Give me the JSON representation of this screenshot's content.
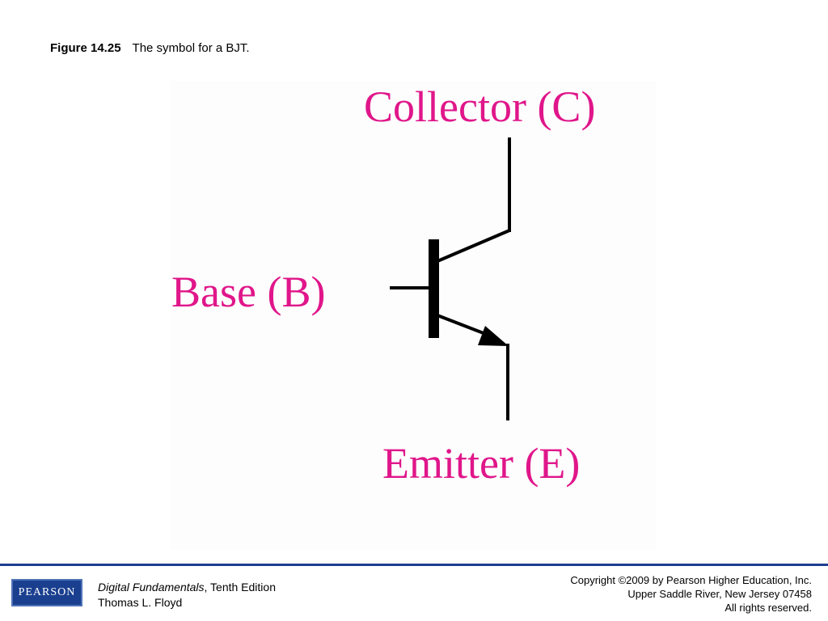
{
  "caption": {
    "figure_number": "Figure 14.25",
    "text": "The symbol for a BJT."
  },
  "diagram": {
    "colors": {
      "label": "#e0168a",
      "wire": "#000000"
    },
    "labels": {
      "collector": "Collector (C)",
      "base": "Base (B)",
      "emitter": "Emitter (E)"
    }
  },
  "footer": {
    "logo_text": "PEARSON",
    "book_title": "Digital Fundamentals",
    "book_edition": ", Tenth Edition",
    "author": "Thomas L. Floyd",
    "copyright_lines": [
      "Copyright ©2009 by Pearson Higher Education, Inc.",
      "Upper Saddle River, New Jersey 07458",
      "All rights reserved."
    ],
    "colors": {
      "rule": "#1e3d8f",
      "logo_bg": "#1a3f8f"
    }
  }
}
